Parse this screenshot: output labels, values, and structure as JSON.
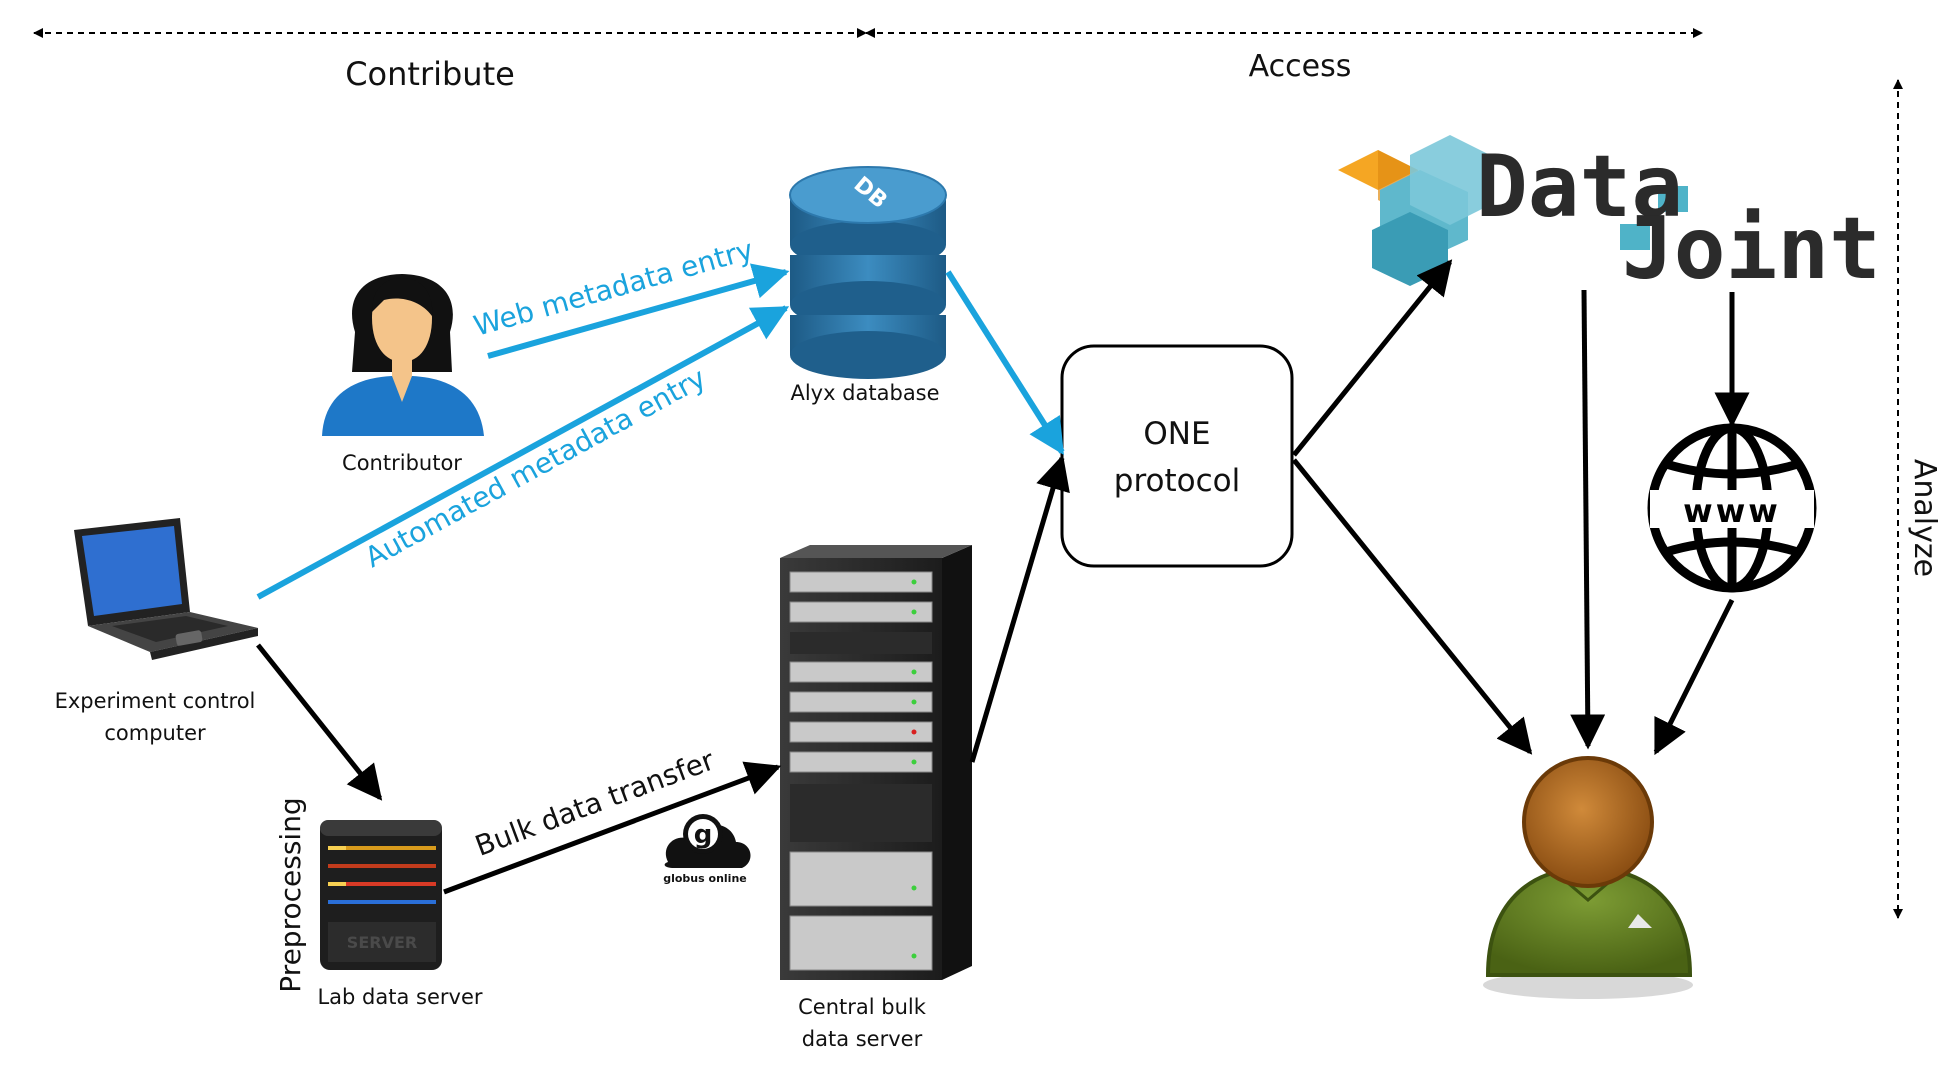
{
  "sections": {
    "contribute": "Contribute",
    "access": "Access",
    "analyze": "Analyze",
    "preprocessing": "Preprocessing"
  },
  "nodes": {
    "contributor": "Contributor",
    "experiment_computer_line1": "Experiment control",
    "experiment_computer_line2": "computer",
    "alyx_database": "Alyx database",
    "db_badge": "DB",
    "lab_server": "Lab data server",
    "server_plate": "SERVER",
    "central_server_line1": "Central bulk",
    "central_server_line2": "data server",
    "one_line1": "ONE",
    "one_line2": "protocol",
    "datajoint_top": "Data",
    "datajoint_bottom": "Joint",
    "www": "www",
    "globus_letter": "g",
    "globus": "globus online"
  },
  "edges": {
    "web_metadata": "Web metadata entry",
    "automated_metadata": "Automated metadata entry",
    "bulk_transfer": "Bulk data transfer"
  },
  "colors": {
    "metadata_arrow": "#1aa3dd",
    "data_arrow": "#000000",
    "db_blue": "#2a6f9e",
    "person_green": "#5b7a1e",
    "person_head": "#a5621a",
    "datajoint_orange": "#f5a623",
    "datajoint_teal": "#4fb3c8"
  }
}
